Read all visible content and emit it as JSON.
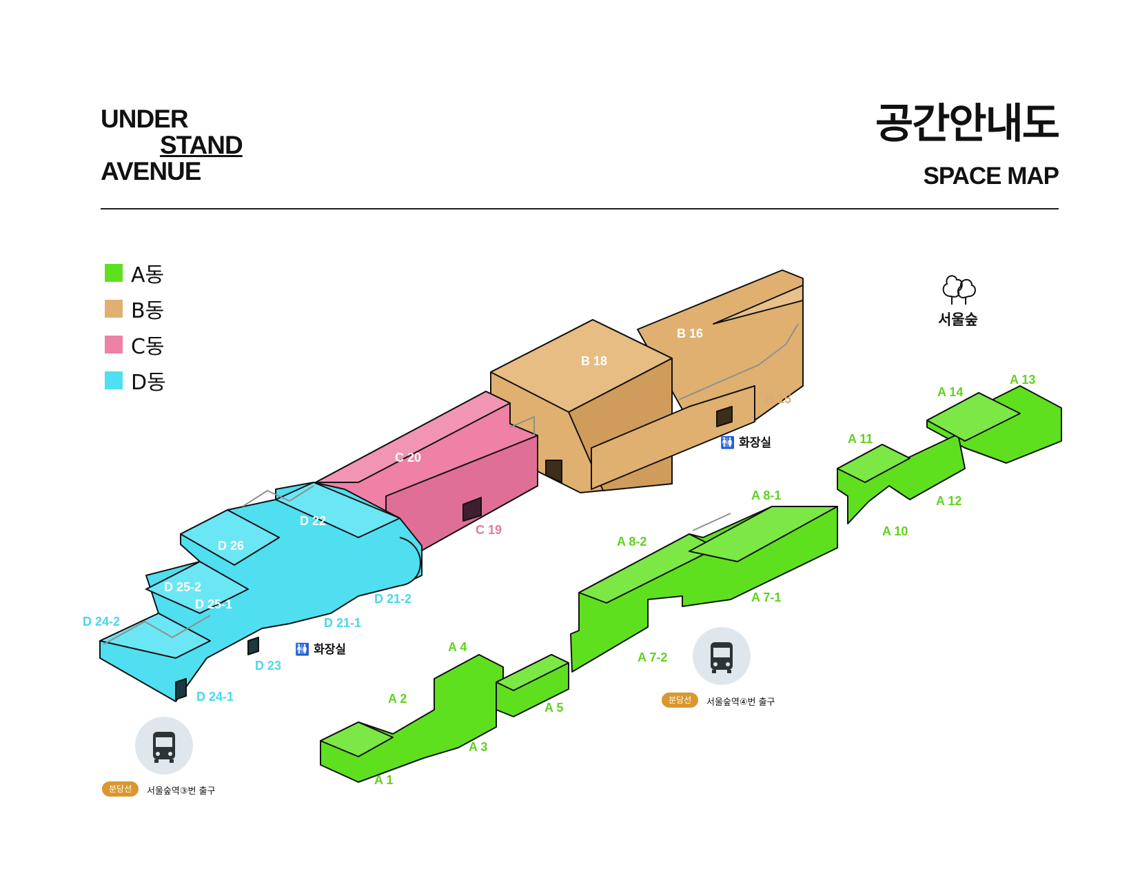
{
  "logo": {
    "line1": "UNDER",
    "line2": "STAND",
    "line3": "AVENUE"
  },
  "title": {
    "korean": "공간안내도",
    "english": "SPACE MAP"
  },
  "legend": [
    {
      "label": "A동",
      "color": "#5fe01f"
    },
    {
      "label": "B동",
      "color": "#dfb070"
    },
    {
      "label": "C동",
      "color": "#ef80a6"
    },
    {
      "label": "D동",
      "color": "#4fdff0"
    }
  ],
  "buildings": {
    "B": [
      "B 18",
      "B 16",
      "B 15"
    ],
    "C": [
      "C 20",
      "C 19"
    ],
    "D": [
      "D 22",
      "D 26",
      "D 25-2",
      "D 25-1",
      "D 24-2",
      "D 21-2",
      "D 21-1",
      "D 23",
      "D 24-1"
    ],
    "A": [
      "A 14",
      "A 13",
      "A 11",
      "A 12",
      "A 10",
      "A 8-1",
      "A 8-2",
      "A 7-1",
      "A 7-2",
      "A 4",
      "A 2",
      "A 5",
      "A 3",
      "A 1"
    ]
  },
  "restrooms": [
    "화장실",
    "화장실"
  ],
  "forest": {
    "label": "서울숲",
    "icon": "tree-icon"
  },
  "bus_stops": [
    {
      "icon": "bus-icon",
      "line": "분당선",
      "exit": "서울숲역③번 출구"
    },
    {
      "icon": "bus-icon",
      "line": "분당선",
      "exit": "서울숲역④번 출구"
    }
  ]
}
